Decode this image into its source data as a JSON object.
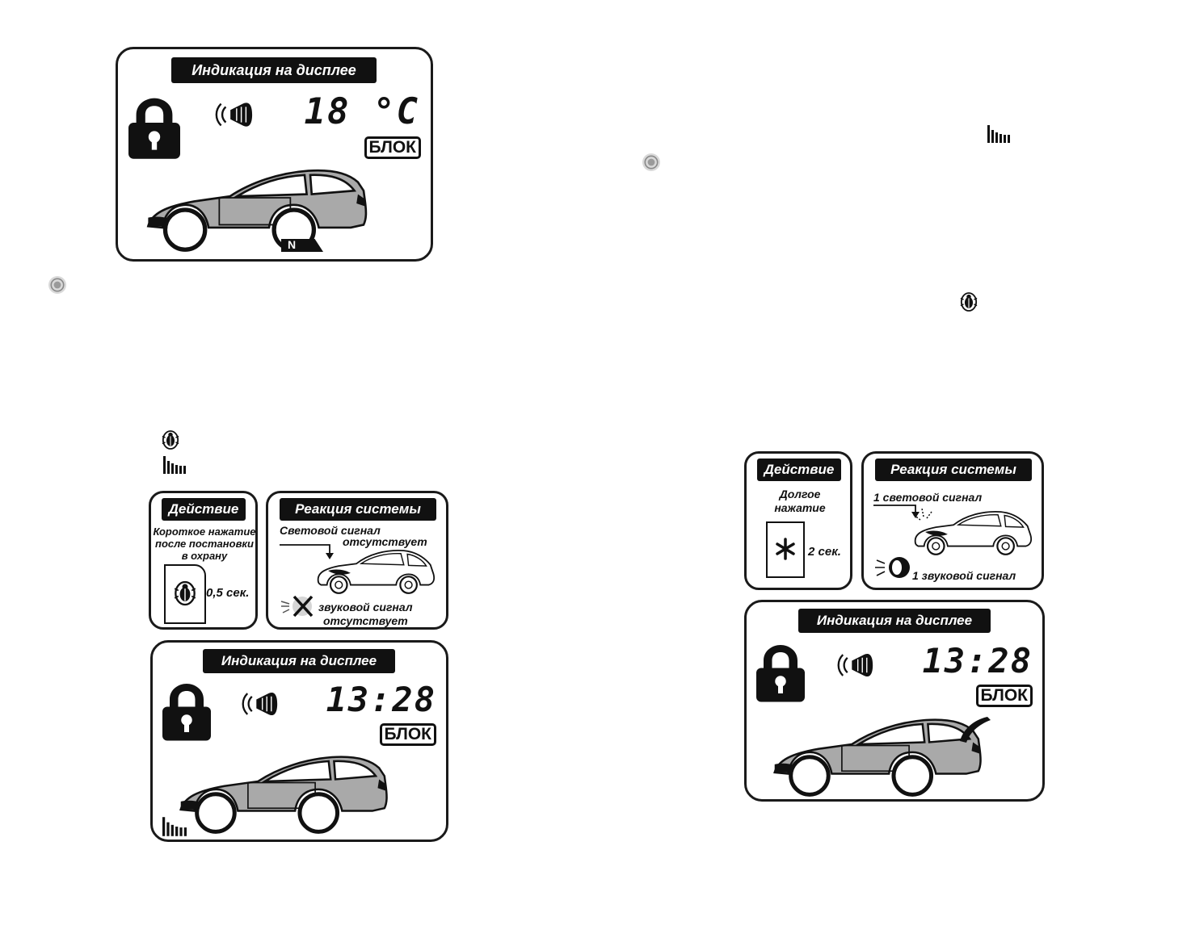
{
  "display_header": "Индикация на дисплее",
  "blok_label": "БЛОК",
  "panel1": {
    "temperature": "18 °C",
    "gear": "N"
  },
  "panel2": {
    "time": "13:28"
  },
  "panel3": {
    "time": "13:28"
  },
  "card_left": {
    "action_header": "Действие",
    "action_text_1": "Короткое нажатие",
    "action_text_2": "после постановки",
    "action_text_3": "в охрану",
    "duration": "0,5 сек.",
    "reaction_header": "Реакция системы",
    "light_label": "Световой сигнал",
    "light_status": "отсутствует",
    "sound_label": "звуковой сигнал",
    "sound_status": "отсутствует"
  },
  "card_right": {
    "action_header": "Действие",
    "action_text_1": "Долгое",
    "action_text_2": "нажатие",
    "duration": "2 сек.",
    "reaction_header": "Реакция системы",
    "light_label": "1 световой сигнал",
    "sound_label": "1 звуковой сигнал"
  }
}
